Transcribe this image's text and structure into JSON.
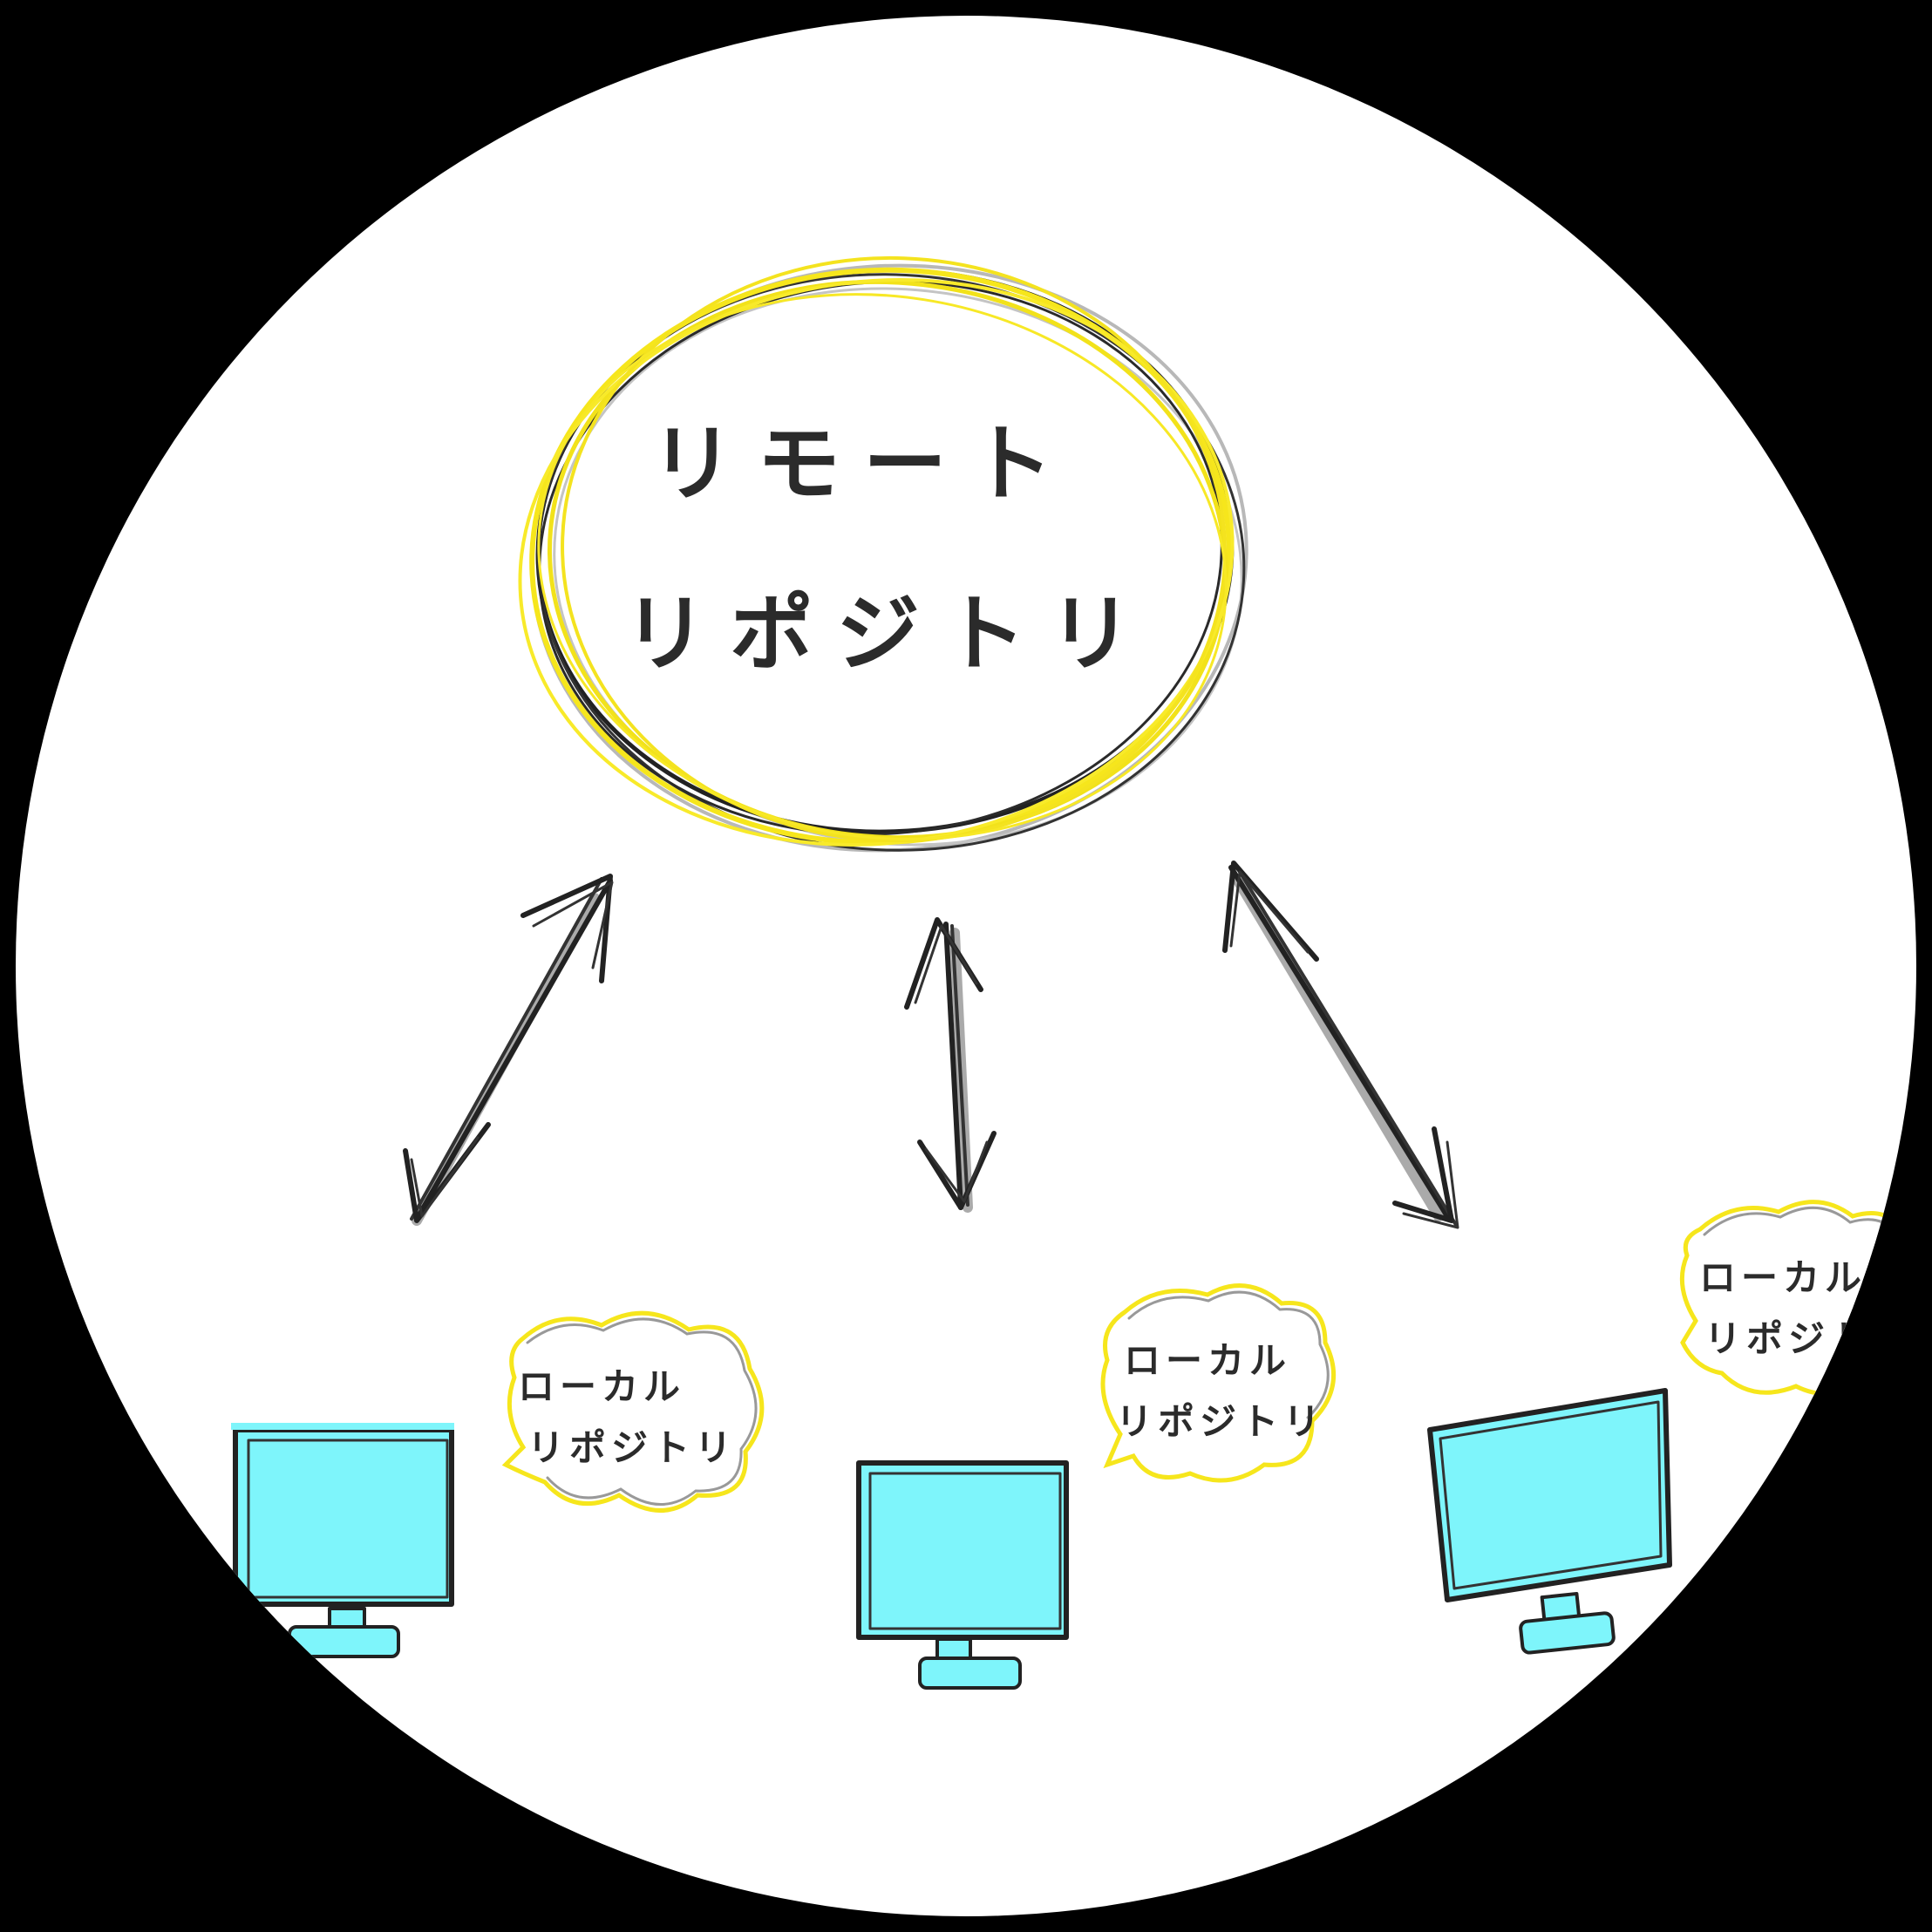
{
  "remote": {
    "line1": "リモート",
    "line2": "リポジトリ"
  },
  "locals": [
    {
      "line1": "ローカル",
      "line2": "リポジトリ"
    },
    {
      "line1": "ローカル",
      "line2": "リポジトリ"
    },
    {
      "line1": "ローカル",
      "line2": "リポジトリ"
    }
  ],
  "colors": {
    "background": "#000000",
    "disc": "#ffffff",
    "highlight_yellow": "#f6e61c",
    "screen_cyan": "#7ef5fb",
    "ink": "#222222",
    "pencil_gray": "#9a9a9a"
  },
  "icons": {
    "remote": "cloud-scribble",
    "local": "speech-bubble-cloud",
    "computer": "monitor-icon",
    "link": "double-headed-arrow"
  }
}
